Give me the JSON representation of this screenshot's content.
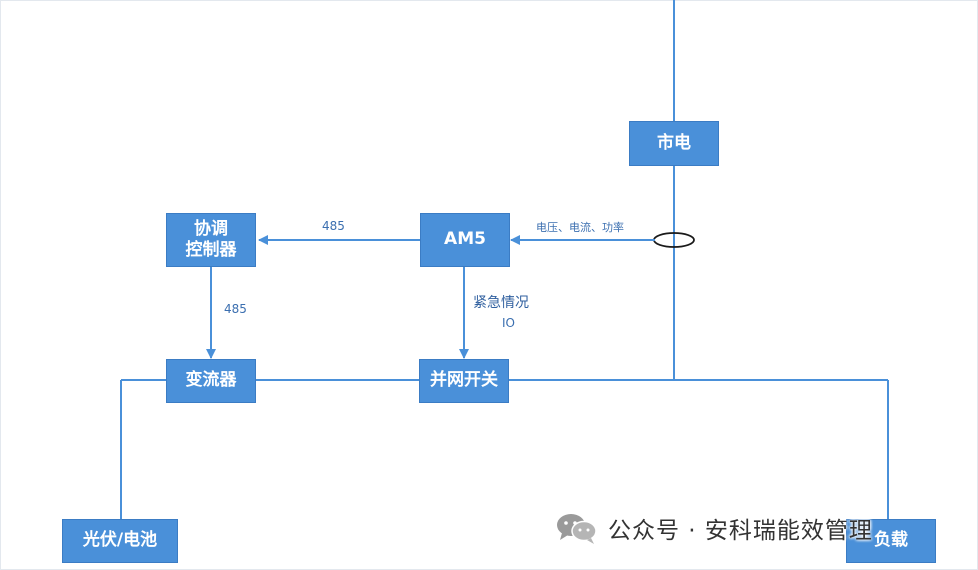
{
  "nodes": {
    "grid": "市电",
    "am5": "AM5",
    "coordinator": "协调\n控制器",
    "inverter": "变流器",
    "switch": "并网开关",
    "pv_battery": "光伏/电池",
    "load": "负载"
  },
  "edges": {
    "am5_to_coordinator": "485",
    "coordinator_to_inverter": "485",
    "measurement": "电压、电流、功率",
    "emergency": "紧急情况",
    "io": "IO"
  },
  "watermark": {
    "text": "公众号 · 安科瑞能效管理",
    "icon": "wechat-icon"
  },
  "colors": {
    "box_fill": "#4a90d9",
    "line": "#4a90d9",
    "text_on_box": "#ffffff"
  }
}
